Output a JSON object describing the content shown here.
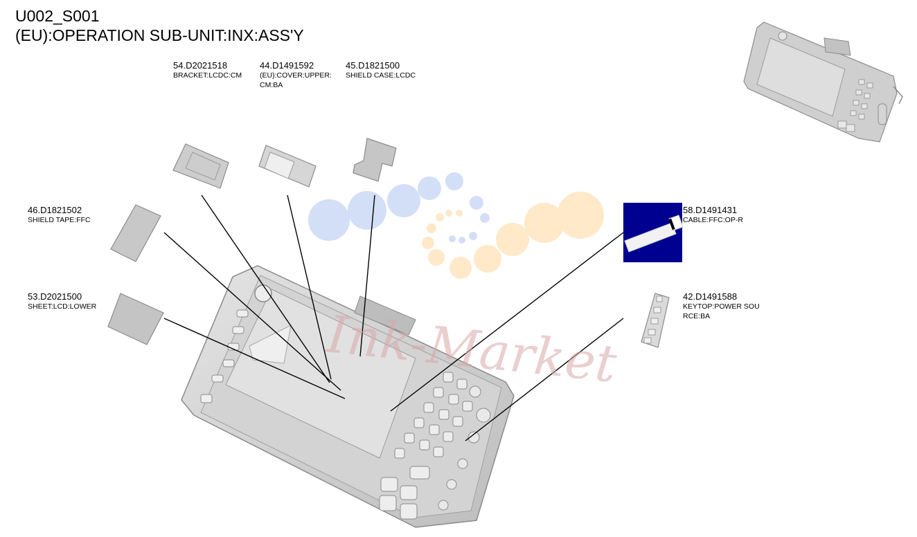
{
  "header": {
    "title_line1": "U002_S001",
    "title_line2": "(EU):OPERATION SUB-UNIT:INX:ASS'Y"
  },
  "parts": [
    {
      "id": "p54",
      "number": "54.D2021518",
      "description": "BRACKET:LCDC:CM"
    },
    {
      "id": "p44",
      "number": "44.D1491592",
      "description": "(EU):COVER:UPPER:CM:BA"
    },
    {
      "id": "p45",
      "number": "45.D1821500",
      "description": "SHIELD CASE:LCDC"
    },
    {
      "id": "p46",
      "number": "46.D1821502",
      "description": "SHIELD TAPE:FFC"
    },
    {
      "id": "p53",
      "number": "53.D2021500",
      "description": "SHEET:LCD:LOWER"
    },
    {
      "id": "p58",
      "number": "58.D1491431",
      "description": "CABLE:FFC:OP-R"
    },
    {
      "id": "p42",
      "number": "42.D1491588",
      "description": "KEYTOP:POWER SOURCE:BA"
    }
  ],
  "watermark": {
    "text": "Ink-Market"
  },
  "colors": {
    "line": "#000000",
    "part_fill": "#c8c8c8",
    "part_stroke": "#8a8a8a",
    "cable_bg": "#000090",
    "watermark": "#d9a8a8"
  }
}
